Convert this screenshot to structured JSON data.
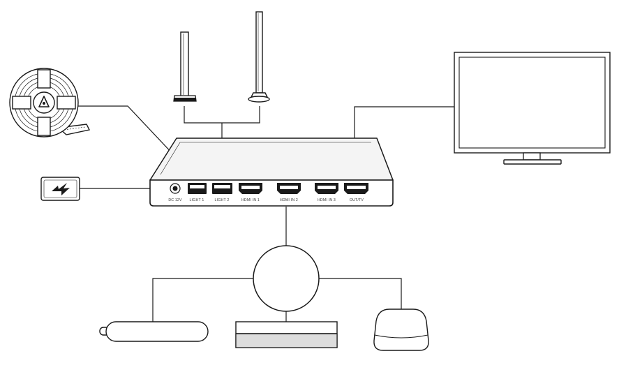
{
  "hub": {
    "ports": [
      {
        "label": "DC 12V",
        "kind": "dc"
      },
      {
        "label": "LIGHT 1",
        "kind": "usb"
      },
      {
        "label": "LIGHT 2",
        "kind": "usb"
      },
      {
        "label": "HDMI IN 1",
        "kind": "hdmi"
      },
      {
        "label": "HDMI IN 2",
        "kind": "hdmi"
      },
      {
        "label": "HDMI IN 3",
        "kind": "hdmi"
      },
      {
        "label": "OUT/TV",
        "kind": "hdmi"
      }
    ]
  },
  "devices": {
    "light_strip": "led-light-strip",
    "light_bars": [
      "light-bar-short",
      "light-bar-tall"
    ],
    "power_adapter": "power-adapter",
    "tv": "television",
    "sources": [
      "streaming-stick",
      "game-console",
      "streaming-box"
    ]
  }
}
